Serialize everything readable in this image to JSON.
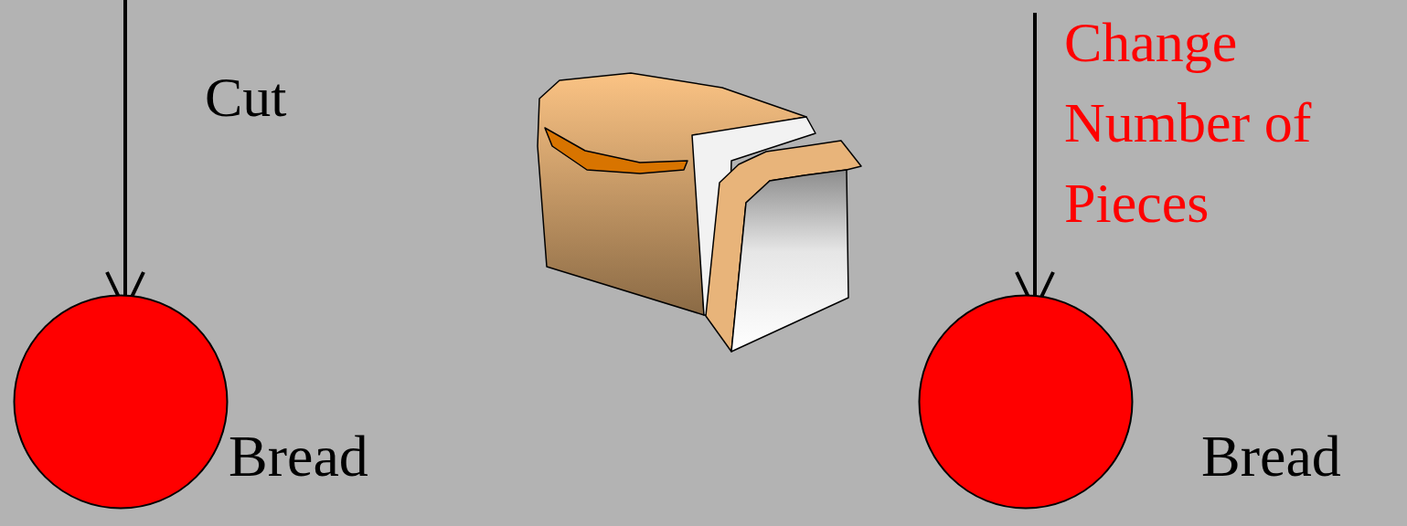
{
  "diagram": {
    "nodes": [
      {
        "text": [
          "Bread"
        ]
      },
      {
        "text": [
          "Bread"
        ]
      }
    ],
    "labels": [
      "Cut",
      "Change Number of Pieces"
    ]
  }
}
